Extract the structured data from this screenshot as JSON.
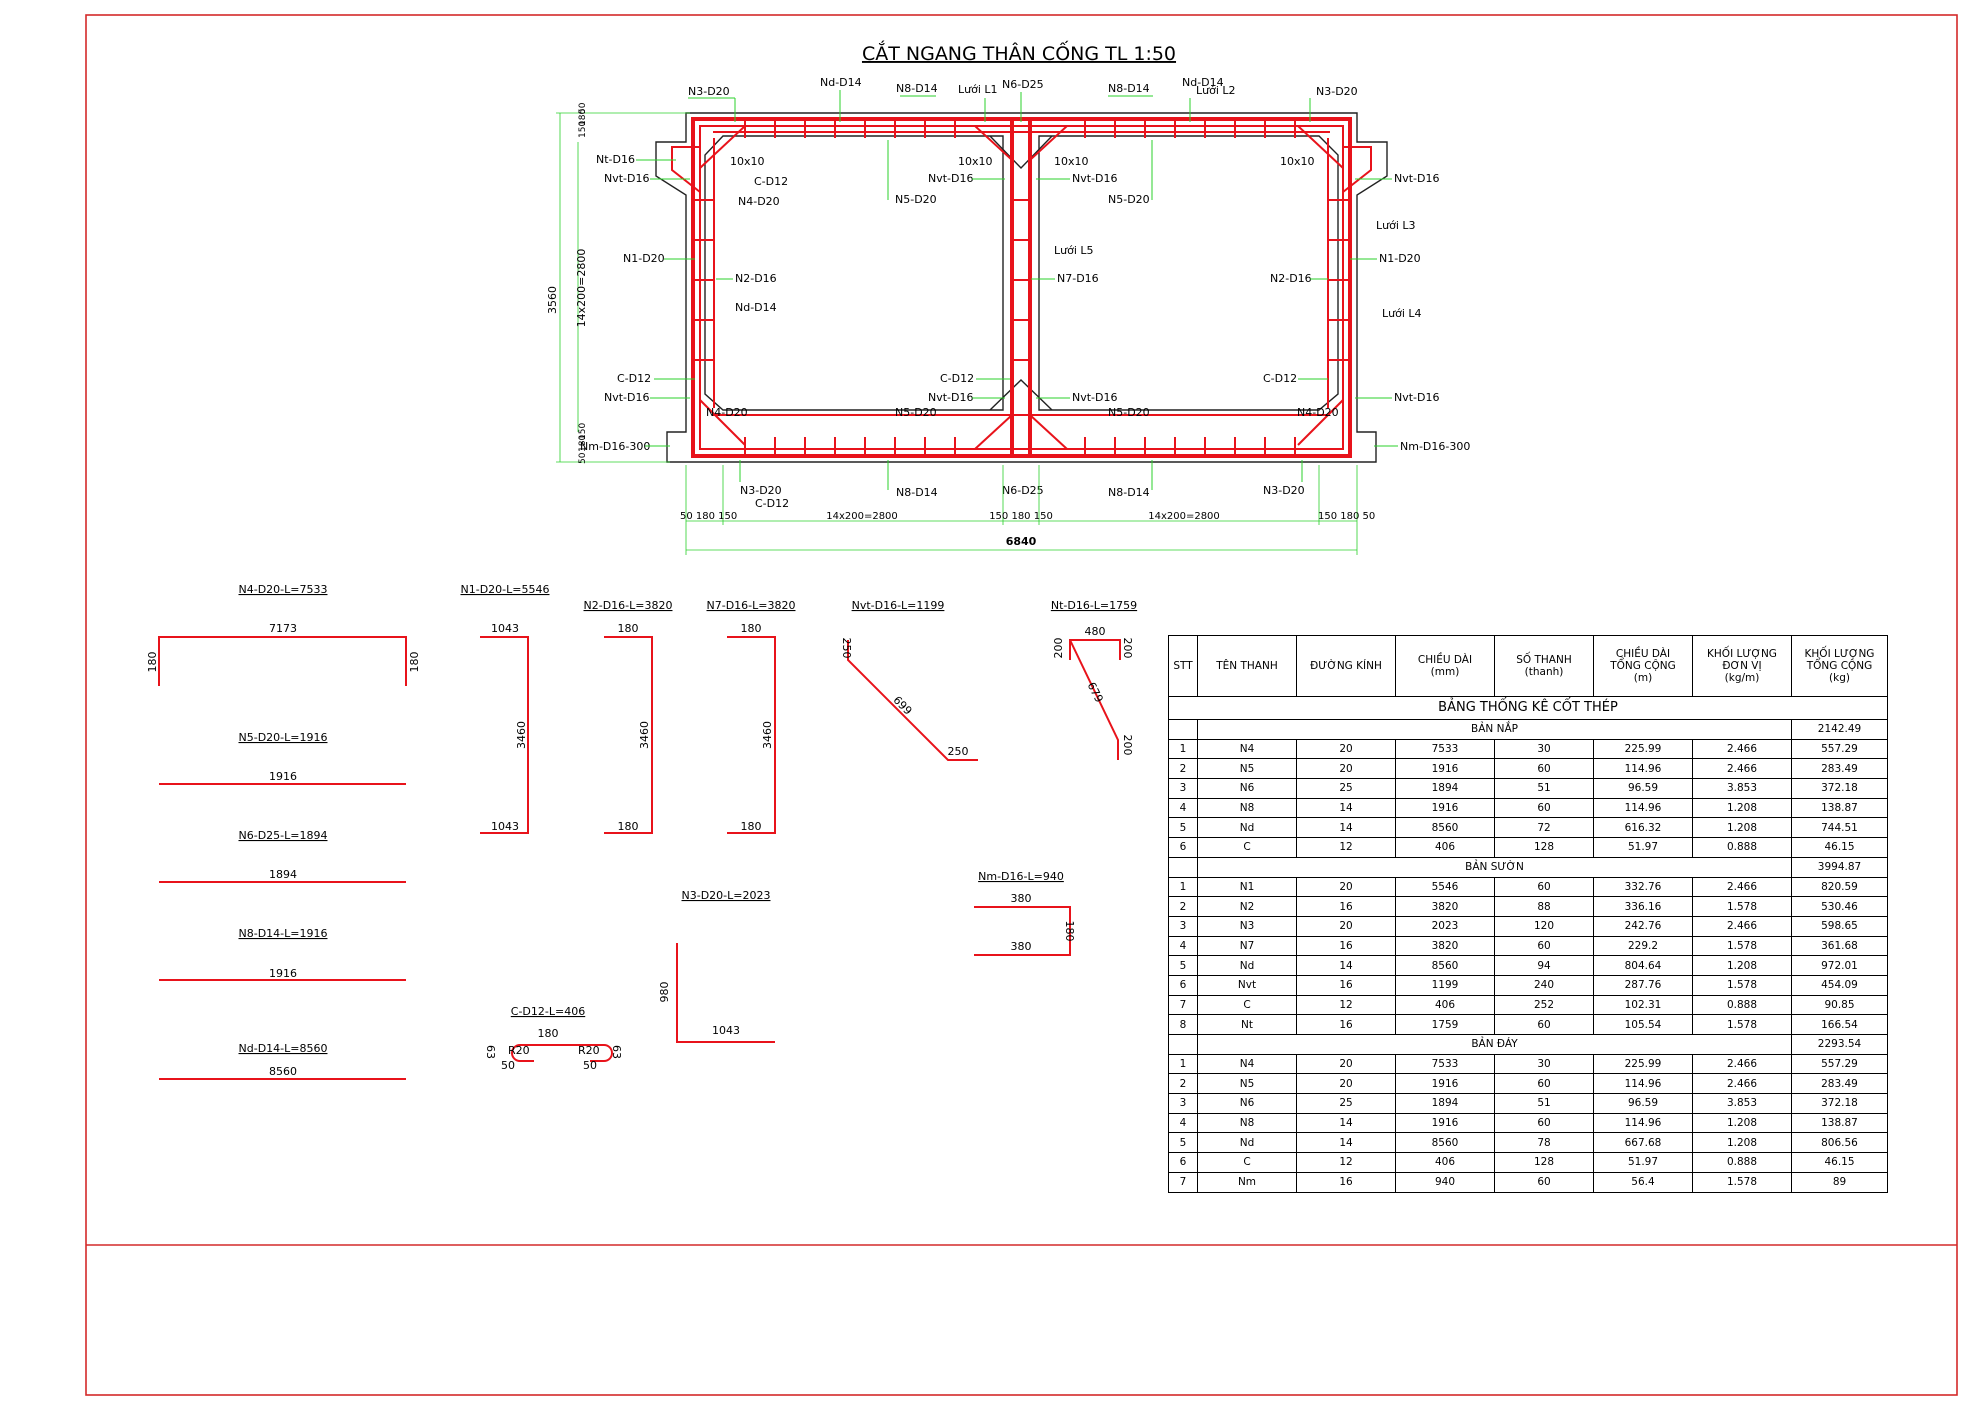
{
  "drawing_title": "CẮT NGANG THÂN CỐNG TL 1:50",
  "section_labels": {
    "n3_d20": "N3-D20",
    "nd_d14": "Nd-D14",
    "n8_d14": "N8-D14",
    "luoi_l1": "Lưới L1",
    "n6_d25": "N6-D25",
    "luoi_l2": "Lưới L2",
    "nt_d16": "Nt-D16",
    "nvt_d16": "Nvt-D16",
    "c_d12": "C-D12",
    "n4_d20": "N4-D20",
    "n5_d20": "N5-D20",
    "n1_d20": "N1-D20",
    "n2_d16": "N2-D16",
    "n7_d16": "N7-D16",
    "luoi_l3": "Lưới L3",
    "luoi_l4": "Lưới L4",
    "luoi_l5": "Lưới L5",
    "nm_d16_300": "Nm-D16-300",
    "chamfer": "10x10"
  },
  "section_dims": {
    "height_total": "3560",
    "height_inner": "14x200=2800",
    "top_a": "150",
    "top_b": "180",
    "top_c": "50",
    "bot_a": "50",
    "bot_b": "180",
    "bot_c": "150",
    "bottom_left": "50 180 150",
    "bottom_mid": "150 180 150",
    "bottom_right": "150 180 50",
    "span_left": "14x200=2800",
    "span_right": "14x200=2800",
    "width_total": "6840"
  },
  "shapes": {
    "n4": {
      "name": "N4-D20-L=7533",
      "len": "7173",
      "leg_l": "180",
      "leg_r": "180"
    },
    "n5": {
      "name": "N5-D20-L=1916",
      "len": "1916"
    },
    "n6": {
      "name": "N6-D25-L=1894",
      "len": "1894"
    },
    "n8": {
      "name": "N8-D14-L=1916",
      "len": "1916"
    },
    "nd": {
      "name": "Nd-D14-L=8560",
      "len": "8560"
    },
    "n1": {
      "name": "N1-D20-L=5546",
      "top": "1043",
      "height": "3460",
      "bottom": "1043"
    },
    "n2": {
      "name": "N2-D16-L=3820",
      "top": "180",
      "height": "3460",
      "bottom": "180"
    },
    "n7": {
      "name": "N7-D16-L=3820",
      "top": "180",
      "height": "3460",
      "bottom": "180"
    },
    "nvt": {
      "name": "Nvt-D16-L=1199",
      "leg1": "250",
      "diag": "699",
      "leg2": "250"
    },
    "nt": {
      "name": "Nt-D16-L=1759",
      "top": "480",
      "leg1": "200",
      "diag": "679",
      "leg2": "200",
      "leg3": "200"
    },
    "nm": {
      "name": "Nm-D16-L=940",
      "top": "380",
      "height": "180",
      "bottom": "380"
    },
    "n3": {
      "name": "N3-D20-L=2023",
      "height": "980",
      "len": "1043"
    },
    "c": {
      "name": "C-D12-L=406",
      "len": "180",
      "r_left": "R20",
      "r_right": "R20",
      "h_left": "63",
      "h_right": "63",
      "w_left": "50",
      "w_right": "50"
    }
  },
  "table": {
    "title": "BẢNG THỐNG KÊ CỐT THÉP",
    "headers": {
      "stt": "STT",
      "name": "TÊN THANH",
      "diameter": "ĐƯỜNG KÍNH",
      "length_1": "CHIỀU DÀI",
      "length_2": "(mm)",
      "count_1": "SỐ THANH",
      "count_2": "(thanh)",
      "total_len_1": "CHIỀU DÀI",
      "total_len_2": "TỔNG CỘNG",
      "total_len_3": "(m)",
      "unit_w_1": "KHỐI LƯỢNG",
      "unit_w_2": "ĐƠN VỊ",
      "unit_w_3": "(kg/m)",
      "total_w_1": "KHỐI LƯỢNG",
      "total_w_2": "TỔNG CỘNG",
      "total_w_3": "(kg)"
    },
    "sections": [
      {
        "title": "BẢN NẮP",
        "total": "2142.49",
        "rows": [
          [
            "1",
            "N4",
            "20",
            "7533",
            "30",
            "225.99",
            "2.466",
            "557.29"
          ],
          [
            "2",
            "N5",
            "20",
            "1916",
            "60",
            "114.96",
            "2.466",
            "283.49"
          ],
          [
            "3",
            "N6",
            "25",
            "1894",
            "51",
            "96.59",
            "3.853",
            "372.18"
          ],
          [
            "4",
            "N8",
            "14",
            "1916",
            "60",
            "114.96",
            "1.208",
            "138.87"
          ],
          [
            "5",
            "Nd",
            "14",
            "8560",
            "72",
            "616.32",
            "1.208",
            "744.51"
          ],
          [
            "6",
            "C",
            "12",
            "406",
            "128",
            "51.97",
            "0.888",
            "46.15"
          ]
        ]
      },
      {
        "title": "BẢN SƯỜN",
        "total": "3994.87",
        "rows": [
          [
            "1",
            "N1",
            "20",
            "5546",
            "60",
            "332.76",
            "2.466",
            "820.59"
          ],
          [
            "2",
            "N2",
            "16",
            "3820",
            "88",
            "336.16",
            "1.578",
            "530.46"
          ],
          [
            "3",
            "N3",
            "20",
            "2023",
            "120",
            "242.76",
            "2.466",
            "598.65"
          ],
          [
            "4",
            "N7",
            "16",
            "3820",
            "60",
            "229.2",
            "1.578",
            "361.68"
          ],
          [
            "5",
            "Nd",
            "14",
            "8560",
            "94",
            "804.64",
            "1.208",
            "972.01"
          ],
          [
            "6",
            "Nvt",
            "16",
            "1199",
            "240",
            "287.76",
            "1.578",
            "454.09"
          ],
          [
            "7",
            "C",
            "12",
            "406",
            "252",
            "102.31",
            "0.888",
            "90.85"
          ],
          [
            "8",
            "Nt",
            "16",
            "1759",
            "60",
            "105.54",
            "1.578",
            "166.54"
          ]
        ]
      },
      {
        "title": "BẢN ĐÁY",
        "total": "2293.54",
        "rows": [
          [
            "1",
            "N4",
            "20",
            "7533",
            "30",
            "225.99",
            "2.466",
            "557.29"
          ],
          [
            "2",
            "N5",
            "20",
            "1916",
            "60",
            "114.96",
            "2.466",
            "283.49"
          ],
          [
            "3",
            "N6",
            "25",
            "1894",
            "51",
            "96.59",
            "3.853",
            "372.18"
          ],
          [
            "4",
            "N8",
            "14",
            "1916",
            "60",
            "114.96",
            "1.208",
            "138.87"
          ],
          [
            "5",
            "Nd",
            "14",
            "8560",
            "78",
            "667.68",
            "1.208",
            "806.56"
          ],
          [
            "6",
            "C",
            "12",
            "406",
            "128",
            "51.97",
            "0.888",
            "46.15"
          ],
          [
            "7",
            "Nm",
            "16",
            "940",
            "60",
            "56.4",
            "1.578",
            "89"
          ]
        ]
      }
    ]
  }
}
